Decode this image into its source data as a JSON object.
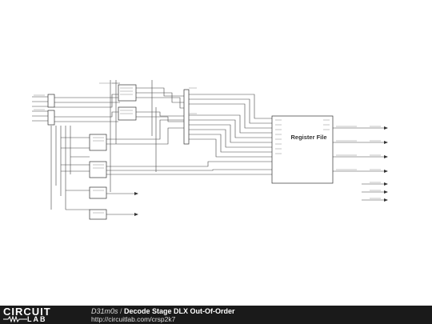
{
  "register_file": {
    "label": "Register File"
  },
  "footer": {
    "logo_top": "CIRCUIT",
    "logo_bottom": "LAB",
    "author": "D31m0s",
    "separator": " / ",
    "title": "Decode Stage DLX Out-Of-Order",
    "url": "http://circuitlab.com/crsp2k7"
  },
  "colors": {
    "wire": "#444444",
    "component": "#333333",
    "footer_background": "#1a1a1a",
    "footer_text": "#ffffff"
  }
}
